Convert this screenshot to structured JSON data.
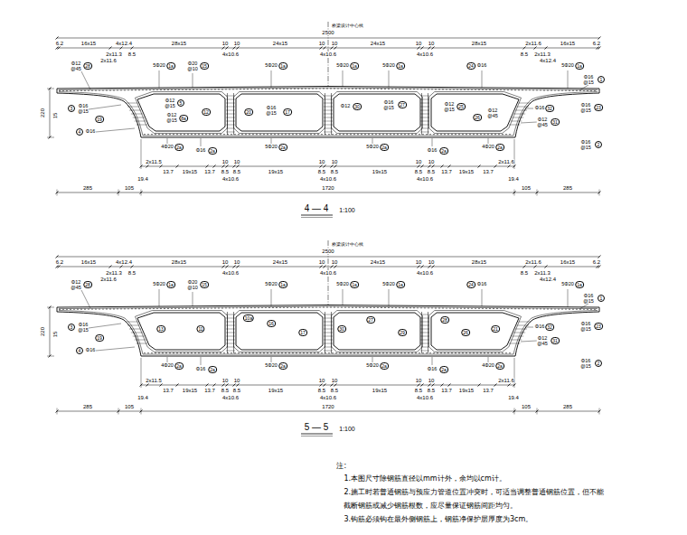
{
  "diagram": {
    "labels": [
      "桥梁设计中心线",
      "2500",
      "6.2",
      "16x15",
      "4x12.4",
      "28x15",
      "10",
      "10",
      "24x15",
      "10",
      "10",
      "24x15",
      "10",
      "10",
      "28x15",
      "2x11.6",
      "16x15",
      "6.2",
      "2x11.3",
      "8.5",
      "4x10.6",
      "4x10.6",
      "4x10.6",
      "8.5",
      "2x11.3",
      "2x11.6",
      "4x12.4",
      "2x11.5",
      "10",
      "10",
      "10",
      "10",
      "10",
      "10",
      "2x11.6",
      "13.7",
      "19x15",
      "13.7",
      "8.5",
      "8.5",
      "19x15",
      "8.5",
      "8.5",
      "19x15",
      "8.5",
      "8.5",
      "13.7",
      "19x15",
      "13.7",
      "19.4",
      "4x10.6",
      "4x10.6",
      "4x10.6",
      "19.4",
      "285",
      "105",
      "1720",
      "105",
      "285",
      "220",
      "15",
      "Φ12 @45",
      "28",
      "5Φ20",
      "1a",
      "Φ20 @10",
      "15",
      "5Φ20",
      "1a",
      "5Φ20",
      "1a",
      "5Φ20",
      "1a",
      "24",
      "Φ16",
      "5Φ20",
      "1a",
      "Φ16 @15",
      "1",
      "3",
      "Φ16 @15",
      "19",
      "4",
      "Φ16",
      "Φ16",
      "32",
      "Φ16 @15",
      "23",
      "Φ12 @45",
      "31",
      "4Φ20",
      "2a",
      "Φ16",
      "2a",
      "5Φ20",
      "2a",
      "5Φ20",
      "2a",
      "Φ16",
      "2a",
      "4Φ20",
      "2a",
      "Φ16 @15",
      "2",
      "Φ12 @15",
      "5",
      "Φ12 @15",
      "8a",
      "12",
      "20",
      "Φ16 @15",
      "17",
      "Φ12",
      "30",
      "Φ16 @15",
      "27",
      "Φ12 @15",
      "25",
      "26",
      "Φ12 @45",
      "4 — 4",
      "1:100",
      "桥梁设计中心线",
      "2500",
      "6.2",
      "16x15",
      "4x12.4",
      "28x15",
      "10",
      "10",
      "24x15",
      "10",
      "10",
      "24x15",
      "10",
      "10",
      "28x15",
      "2x11.6",
      "16x15",
      "6.2",
      "2x11.3",
      "8.5",
      "4x10.6",
      "4x10.6",
      "4x10.6",
      "8.5",
      "2x11.3",
      "2x11.6",
      "4x12.4",
      "2x11.5",
      "10",
      "10",
      "10",
      "10",
      "10",
      "10",
      "2x11.6",
      "13.7",
      "19x15",
      "13.7",
      "8.5",
      "8.5",
      "19x15",
      "8.5",
      "8.5",
      "19x15",
      "8.5",
      "8.5",
      "13.7",
      "19x15",
      "13.7",
      "19.4",
      "4x10.6",
      "4x10.6",
      "4x10.6",
      "19.4",
      "285",
      "105",
      "1720",
      "105",
      "285",
      "220",
      "15",
      "Φ12 @45",
      "28",
      "5Φ20",
      "1a",
      "Φ20 @10",
      "15",
      "5Φ20",
      "1a",
      "5Φ20",
      "1a",
      "5Φ20",
      "1a",
      "24",
      "Φ16",
      "5Φ20",
      "1a",
      "Φ16 @15",
      "1",
      "3",
      "Φ16 @15",
      "19",
      "4",
      "Φ16",
      "Φ16",
      "32",
      "Φ16 @15",
      "23",
      "Φ12 @45",
      "31",
      "4Φ20",
      "2a",
      "Φ16",
      "2a",
      "5Φ20",
      "2a",
      "5Φ20",
      "2a",
      "Φ16",
      "2a",
      "4Φ20",
      "2a",
      "Φ16 @15",
      "2",
      "13",
      "11",
      "10a",
      "16",
      "17",
      "30",
      "27",
      "29",
      "28",
      "26",
      "21",
      "5 — 5",
      "1:100",
      "注:",
      "1.本图尺寸除钢筋直径以mm计外，余均以cm计。",
      "2.施工时若普通钢筋与预应力管道位置冲突时，可适当调整普通钢筋位置，但不能截断钢筋或减少钢筋根数，应尽量保证钢筋间距均匀。",
      "3.钩筋必须钩在最外侧钢筋上，钢筋净保护层厚度为3cm。"
    ]
  }
}
